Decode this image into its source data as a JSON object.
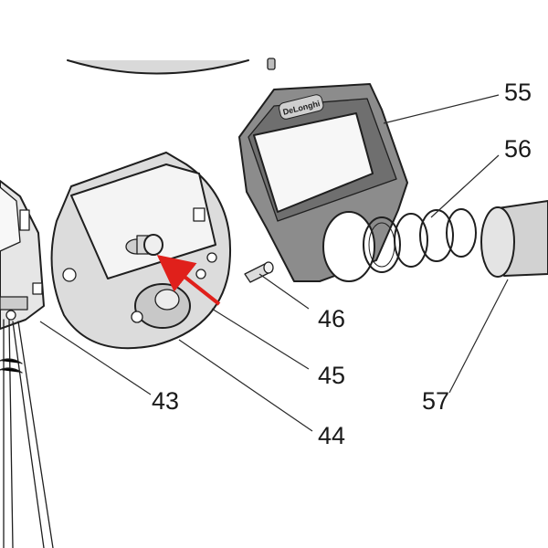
{
  "brand": {
    "logo_text": "DeLonghi"
  },
  "callouts": {
    "c43": "43",
    "c44": "44",
    "c45": "45",
    "c46": "46",
    "c55": "55",
    "c56": "56",
    "c57": "57"
  },
  "colors": {
    "outline": "#1f1f1f",
    "part_light": "#e8e8e8",
    "part_mid": "#cfcfcf",
    "part_dark": "#8c8c8c",
    "window": "#f7f7f7",
    "highlight_arrow": "#e0201b"
  }
}
